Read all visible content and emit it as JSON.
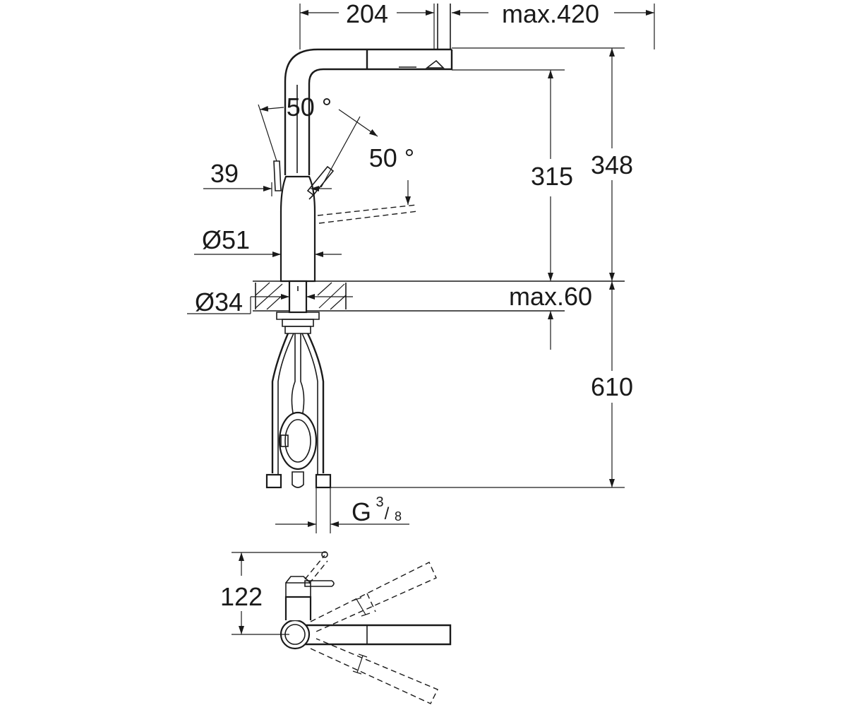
{
  "dimensions": {
    "spout_reach": "204",
    "max_height": "max.420",
    "swivel_left": "50 °",
    "swivel_right": "50 °",
    "lever_offset": "39",
    "spout_height": "315",
    "total_height": "348",
    "base_diameter": "Ø51",
    "hole_diameter": "Ø34",
    "max_counter_thickness": "max.60",
    "hose_length": "610",
    "thread_main": "G",
    "thread_num": "3",
    "thread_den": "8",
    "top_depth": "122"
  },
  "colors": {
    "line": "#1a1a1a",
    "background": "#ffffff"
  }
}
